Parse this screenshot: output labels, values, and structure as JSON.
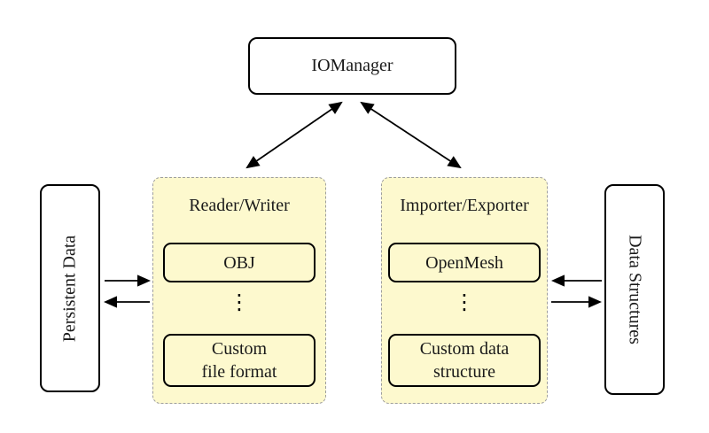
{
  "diagram": {
    "iomanager": {
      "label": "IOManager"
    },
    "reader_writer": {
      "title": "Reader/Writer",
      "top_item": {
        "label": "OBJ"
      },
      "ellipsis": "⋮",
      "bottom_item": {
        "line1": "Custom",
        "line2": "file format"
      }
    },
    "importer_exporter": {
      "title": "Importer/Exporter",
      "top_item": {
        "label": "OpenMesh"
      },
      "ellipsis": "⋮",
      "bottom_item": {
        "line1": "Custom data",
        "line2": "structure"
      }
    },
    "persistent_data": {
      "label": "Persistent Data"
    },
    "data_structures": {
      "label": "Data Structures"
    },
    "colors": {
      "panel_fill": "#FDF9CE",
      "panel_border": "#9E9E9E",
      "node_fill": "#FFFFFF",
      "node_border": "#000000",
      "arrow": "#000000",
      "background": "#FFFFFF"
    }
  }
}
